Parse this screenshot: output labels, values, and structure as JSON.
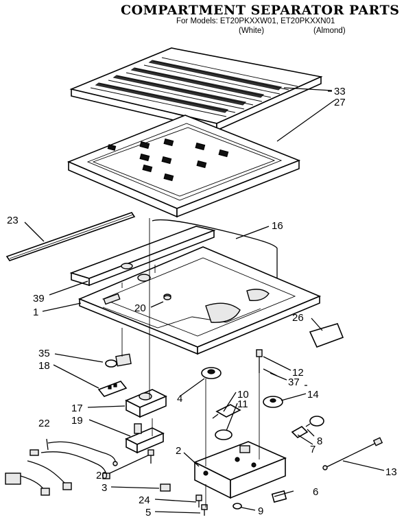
{
  "header": {
    "title": "Compartment Separator Parts",
    "models_line": "For Models: ET20PKXXW01, ET20PKXXN01",
    "color_white": "(White)",
    "color_almond": "(Almond)"
  },
  "callouts": [
    {
      "id": "c33",
      "label": "33"
    },
    {
      "id": "c27",
      "label": "27"
    },
    {
      "id": "c23",
      "label": "23"
    },
    {
      "id": "c16",
      "label": "16"
    },
    {
      "id": "c39",
      "label": "39"
    },
    {
      "id": "c20a",
      "label": "20"
    },
    {
      "id": "c1",
      "label": "1"
    },
    {
      "id": "c26",
      "label": "26"
    },
    {
      "id": "c35",
      "label": "35"
    },
    {
      "id": "c18",
      "label": "18"
    },
    {
      "id": "c12",
      "label": "12"
    },
    {
      "id": "c37",
      "label": "37"
    },
    {
      "id": "c14",
      "label": "14"
    },
    {
      "id": "c4",
      "label": "4"
    },
    {
      "id": "c10",
      "label": "10"
    },
    {
      "id": "c11",
      "label": "11"
    },
    {
      "id": "c17",
      "label": "17"
    },
    {
      "id": "c19",
      "label": "19"
    },
    {
      "id": "c22",
      "label": "22"
    },
    {
      "id": "c8",
      "label": "8"
    },
    {
      "id": "c7",
      "label": "7"
    },
    {
      "id": "c2",
      "label": "2"
    },
    {
      "id": "c13",
      "label": "13"
    },
    {
      "id": "c20b",
      "label": "20"
    },
    {
      "id": "c3",
      "label": "3"
    },
    {
      "id": "c6",
      "label": "6"
    },
    {
      "id": "c24",
      "label": "24"
    },
    {
      "id": "c5",
      "label": "5"
    },
    {
      "id": "c9",
      "label": "9"
    }
  ]
}
